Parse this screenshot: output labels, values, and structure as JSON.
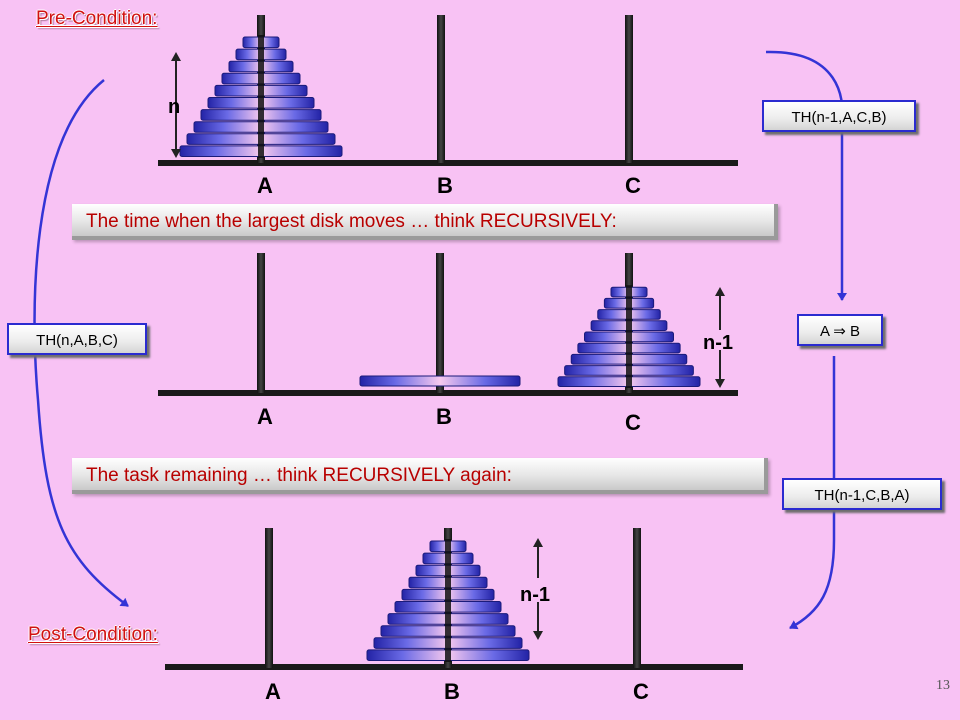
{
  "pre_condition": "Pre-Condition:",
  "post_condition": "Post-Condition:",
  "pegs": [
    "A",
    "B",
    "C"
  ],
  "count_labels": {
    "n": "n",
    "n_minus_1": "n-1"
  },
  "banner_largest": "The time when the largest disk moves …  think RECURSIVELY:",
  "banner_remaining": "The task remaining …  think RECURSIVELY again:",
  "boxes": {
    "th_n": "TH(n,A,B,C)",
    "th_first": "TH(n-1,A,C,B)",
    "move": "A  ⇒  B",
    "th_second": "TH(n-1,C,B,A)"
  },
  "slide_number": "13",
  "colors": {
    "background": "#f8c2f4",
    "title_red": "#d21010",
    "arrow_blue": "#3434d6"
  }
}
